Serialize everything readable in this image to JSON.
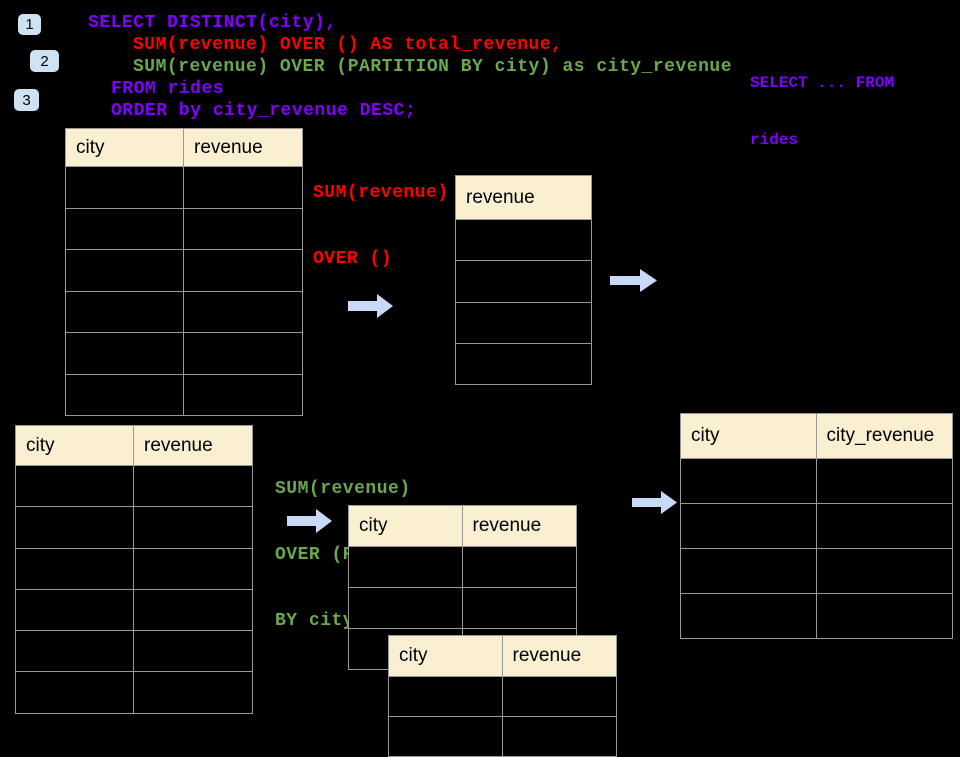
{
  "colors": {
    "background": "#000000",
    "sql_purple": "#7F00FF",
    "sql_red": "#FF0000",
    "sql_green": "#6AA84F",
    "badge_blue": "#CFE2F3",
    "arrow_blue": "#C9DAF8",
    "table_header_bg": "#FBEFD1",
    "table_border": "#999999"
  },
  "badges": [
    {
      "label": "1"
    },
    {
      "label": "2"
    },
    {
      "label": "3"
    }
  ],
  "sql": {
    "lines": [
      {
        "text": "SELECT DISTINCT(city),",
        "color": "sql_purple"
      },
      {
        "text": "SUM(revenue) OVER () AS total_revenue,",
        "color": "sql_red"
      },
      {
        "text": "SUM(revenue) OVER (PARTITION BY city) as city_revenue",
        "color": "sql_green"
      },
      {
        "text": "FROM rides",
        "color": "sql_purple"
      },
      {
        "text": "ORDER by city_revenue DESC;",
        "color": "sql_purple"
      }
    ]
  },
  "side_note": {
    "lines": [
      {
        "text": "SELECT ... FROM"
      },
      {
        "text": "rides"
      }
    ]
  },
  "annotations": {
    "total_revenue_label": {
      "lines": [
        {
          "text": "SUM(revenue)"
        },
        {
          "text": "OVER ()"
        }
      ]
    },
    "partition_label": {
      "lines": [
        {
          "text": "SUM(revenue)"
        },
        {
          "text": "OVER (PARTITION"
        },
        {
          "text": "BY city)"
        }
      ]
    }
  },
  "tables": {
    "source_top": {
      "columns": [
        "city",
        "revenue"
      ],
      "empty_rows": 6
    },
    "total_revenue": {
      "columns": [
        "revenue"
      ],
      "empty_rows": 4
    },
    "source_bottom": {
      "columns": [
        "city",
        "revenue"
      ],
      "empty_rows": 6
    },
    "partition_mid": {
      "columns": [
        "city",
        "revenue"
      ],
      "empty_rows": 3
    },
    "partition_overlay": {
      "columns": [
        "city",
        "revenue"
      ],
      "empty_rows": 2
    },
    "result": {
      "columns": [
        "city",
        "city_revenue"
      ],
      "empty_rows": 4
    }
  }
}
